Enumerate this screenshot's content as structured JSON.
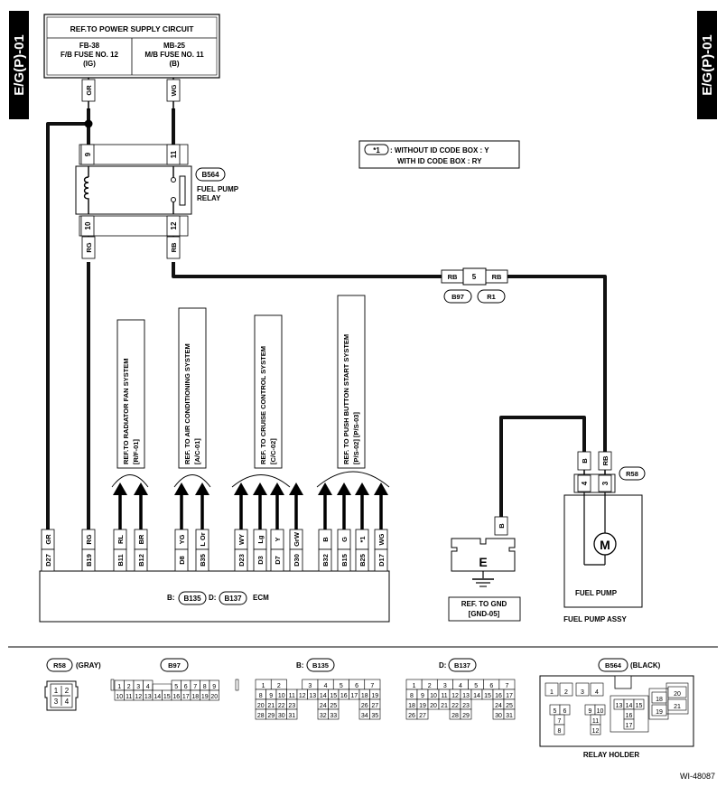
{
  "side_tab": "E/G(P)-01",
  "power": {
    "title": "REF.TO POWER SUPPLY CIRCUIT",
    "left": [
      "FB-38",
      "F/B FUSE NO. 12",
      "(IG)"
    ],
    "right": [
      "MB-25",
      "M/B FUSE NO. 11",
      "(B)"
    ]
  },
  "note": {
    "mark": "*1",
    "line1": ": WITHOUT ID CODE BOX : Y",
    "line2": "WITH ID CODE BOX : RY"
  },
  "relay": {
    "label": "B564",
    "name": [
      "FUEL PUMP",
      "RELAY"
    ],
    "pins": {
      "p9": "9",
      "p11": "11",
      "p10": "10",
      "p12": "12"
    }
  },
  "wires": {
    "gr": "GR",
    "wg": "WG",
    "rg": "RG",
    "rb": "RB",
    "b": "B"
  },
  "jc": {
    "left": "RB",
    "mid": "5",
    "right": "RB",
    "c1": "B97",
    "c2": "R1"
  },
  "refs": {
    "rad": [
      "REF.TO RADIATOR FAN SYSTEM",
      "[R/F-01]"
    ],
    "ac": [
      "REF. TO AIR CONDITIONING SYSTEM",
      "[A/C-01]"
    ],
    "cruise": [
      "REF. TO CRUISE CONTROL SYSTEM",
      "[C/C-02]"
    ],
    "push": [
      "REF. TO PUSH BUTTON START SYSTEM",
      "[P/S-02] [P/S-03]"
    ]
  },
  "ecm": {
    "pins": [
      {
        "pin": "D27",
        "wire": "GR"
      },
      {
        "pin": "B19",
        "wire": "RG"
      },
      {
        "pin": "B11",
        "wire": "RL"
      },
      {
        "pin": "B12",
        "wire": "BR"
      },
      {
        "pin": "D8",
        "wire": "YG"
      },
      {
        "pin": "B35",
        "wire": "L Or"
      },
      {
        "pin": "D23",
        "wire": "WY"
      },
      {
        "pin": "D3",
        "wire": "Lg"
      },
      {
        "pin": "D7",
        "wire": "Y"
      },
      {
        "pin": "D30",
        "wire": "GrW"
      },
      {
        "pin": "B32",
        "wire": "B"
      },
      {
        "pin": "B15",
        "wire": "G"
      },
      {
        "pin": "B25",
        "wire": "*1"
      },
      {
        "pin": "D17",
        "wire": "WG"
      }
    ],
    "conn_b_prefix": "B:",
    "conn_b": "B135",
    "conn_d_prefix": "D:",
    "conn_d": "B137",
    "name": "ECM"
  },
  "pump": {
    "conn": "R58",
    "pin4": "4",
    "pin3": "3",
    "motor": "M",
    "inner": "FUEL PUMP",
    "assy": "FUEL PUMP ASSY"
  },
  "gnd": {
    "letter": "E",
    "ref": [
      "REF. TO GND",
      "[GND-05]"
    ]
  },
  "bottom": {
    "r58": {
      "name": "R58",
      "color": "(GRAY)",
      "pins": [
        "1",
        "2",
        "3",
        "4"
      ]
    },
    "b97": {
      "name": "B97",
      "row1": [
        "1",
        "2",
        "3",
        "4",
        "5",
        "6",
        "7",
        "8",
        "9"
      ],
      "row2": [
        "10",
        "11",
        "12",
        "13",
        "14",
        "15",
        "16",
        "17",
        "18",
        "19",
        "20"
      ]
    },
    "b135": {
      "prefix": "B:",
      "name": "B135",
      "rows": [
        [
          "1",
          "2",
          "",
          "3",
          "4",
          "5",
          "6",
          "7"
        ],
        [
          "8",
          "9",
          "10",
          "11",
          "12",
          "13",
          "14",
          "15",
          "16",
          "17",
          "18",
          "19"
        ],
        [
          "20",
          "21",
          "22",
          "23",
          "",
          "24",
          "25",
          "",
          "26",
          "27"
        ],
        [
          "28",
          "29",
          "30",
          "31",
          "",
          "32",
          "33",
          "",
          "34",
          "35"
        ]
      ]
    },
    "b137": {
      "prefix": "D:",
      "name": "B137",
      "rows": [
        [
          "1",
          "2",
          "3",
          "4",
          "5",
          "6",
          "7"
        ],
        [
          "8",
          "9",
          "10",
          "11",
          "12",
          "13",
          "14",
          "15",
          "16",
          "17"
        ],
        [
          "18",
          "19",
          "20",
          "21",
          "22",
          "23",
          "",
          "24",
          "25"
        ],
        [
          "26",
          "27",
          "",
          "28",
          "29",
          "",
          "30",
          "31"
        ]
      ]
    },
    "b564": {
      "name": "B564",
      "color": "(BLACK)",
      "holder": "RELAY HOLDER",
      "pins": [
        "1",
        "2",
        "3",
        "4",
        "5",
        "6",
        "7",
        "8",
        "9",
        "10",
        "11",
        "12",
        "13",
        "14",
        "15",
        "16",
        "17",
        "18",
        "19",
        "20",
        "21"
      ]
    }
  },
  "code": "WI-48087"
}
